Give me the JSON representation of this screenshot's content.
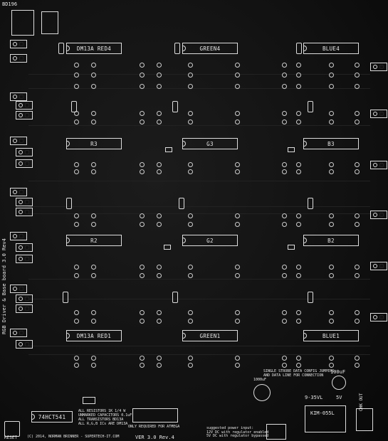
{
  "board_id": "BD196",
  "side_title": "RGB Driver & Base board 3.0 Rev4",
  "chips_top": [
    "DM13A RED4",
    "GREEN4",
    "BLUE4"
  ],
  "chips_r3": [
    "R3",
    "G3",
    "B3"
  ],
  "chips_r2": [
    "R2",
    "G2",
    "B2"
  ],
  "chips_r1": [
    "DM13A RED1",
    "GREEN1",
    "BLUE1"
  ],
  "bottom": {
    "chip_74hct541": "74HCT541",
    "notes": "ALL RESISTORS 1K 1/4 W\nUNMARKED CAPACITORS 0.1uF\nALL TRANSISTORS BD13A\nALL R,G,B ICs ARE DM13A",
    "copyright": "(C) 2014, NORMAN BRINNER - SUPERTECH-IT.COM",
    "version": "VER 3.0 Rev.4",
    "only_required": "ONLY REQUIRED FOR ATMEGA",
    "reset": "RESET",
    "kim_label": "KIM-055L",
    "voltage": "9-35VL",
    "five_v": "5V",
    "cap_100uf": "100uF",
    "cap_1000uf": "1000uF",
    "jumper_title": "SINGLE STROBE DATA CONFIG JUMPERS\nAND DATA LINE FOR CONNECTION",
    "power_text": "suggested power input:\n12V DC with regulator enabled\n5V DC with regulator bypassed",
    "chk_out": "CHK OUT"
  }
}
